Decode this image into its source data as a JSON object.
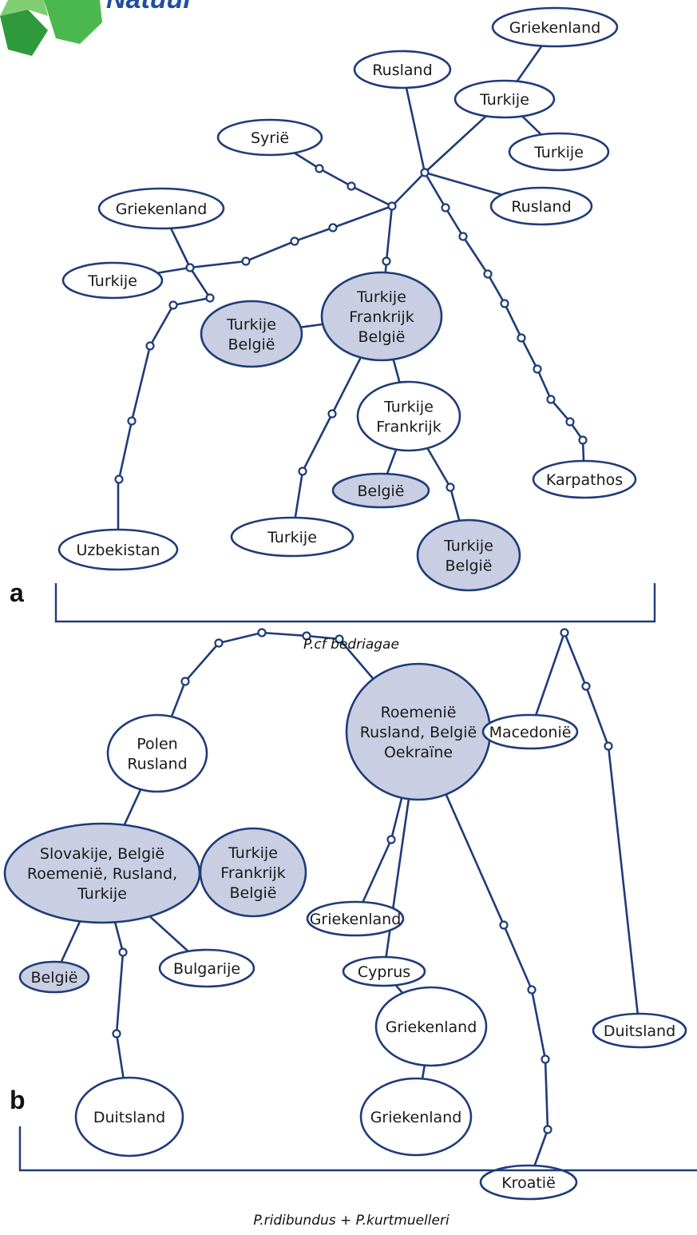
{
  "logo": {
    "text": "Natuur"
  },
  "colors": {
    "line": "#1f3c78",
    "highlight_fill": "#c9cee3",
    "logo_green": "#2e9a3b"
  },
  "panel_a": {
    "letter": "a",
    "caption": "P.cf bedriagae",
    "nodes": [
      {
        "id": "a_griek_top",
        "lines": [
          "Griekenland"
        ],
        "filled": false
      },
      {
        "id": "a_rusland_top",
        "lines": [
          "Rusland"
        ],
        "filled": false
      },
      {
        "id": "a_turkije_top",
        "lines": [
          "Turkije"
        ],
        "filled": false
      },
      {
        "id": "a_turkije_right",
        "lines": [
          "Turkije"
        ],
        "filled": false
      },
      {
        "id": "a_syrie",
        "lines": [
          "Syrië"
        ],
        "filled": false
      },
      {
        "id": "a_rusland_right",
        "lines": [
          "Rusland"
        ],
        "filled": false
      },
      {
        "id": "a_griek_left",
        "lines": [
          "Griekenland"
        ],
        "filled": false
      },
      {
        "id": "a_turkije_left",
        "lines": [
          "Turkije"
        ],
        "filled": false
      },
      {
        "id": "a_tfb",
        "lines": [
          "Turkije",
          "Frankrijk",
          "België"
        ],
        "filled": true
      },
      {
        "id": "a_tb_left",
        "lines": [
          "Turkije",
          "België"
        ],
        "filled": true
      },
      {
        "id": "a_tf",
        "lines": [
          "Turkije",
          "Frankrijk"
        ],
        "filled": false
      },
      {
        "id": "a_belgie",
        "lines": [
          "België"
        ],
        "filled": true
      },
      {
        "id": "a_turkije_bottom",
        "lines": [
          "Turkije"
        ],
        "filled": false
      },
      {
        "id": "a_tb_bottom",
        "lines": [
          "Turkije",
          "België"
        ],
        "filled": true
      },
      {
        "id": "a_karpathos",
        "lines": [
          "Karpathos"
        ],
        "filled": false
      },
      {
        "id": "a_uzbekistan",
        "lines": [
          "Uzbekistan"
        ],
        "filled": false
      }
    ]
  },
  "panel_b": {
    "letter": "b",
    "caption": "P.ridibundus + P.kurtmuelleri",
    "nodes": [
      {
        "id": "b_rro",
        "lines": [
          "Roemenië",
          "Rusland, België",
          "Oekraïne"
        ],
        "filled": true
      },
      {
        "id": "b_macedonie",
        "lines": [
          "Macedonië"
        ],
        "filled": false
      },
      {
        "id": "b_polen",
        "lines": [
          "Polen",
          "Rusland"
        ],
        "filled": false
      },
      {
        "id": "b_slovakije",
        "lines": [
          "Slovakije, België",
          "Roemenië, Rusland,",
          "Turkije"
        ],
        "filled": true
      },
      {
        "id": "b_tfb",
        "lines": [
          "Turkije",
          "Frankrijk",
          "België"
        ],
        "filled": true
      },
      {
        "id": "b_griek1",
        "lines": [
          "Griekenland"
        ],
        "filled": false
      },
      {
        "id": "b_cyprus",
        "lines": [
          "Cyprus"
        ],
        "filled": false
      },
      {
        "id": "b_bulgarije",
        "lines": [
          "Bulgarije"
        ],
        "filled": false
      },
      {
        "id": "b_belgie",
        "lines": [
          "België"
        ],
        "filled": true
      },
      {
        "id": "b_griek2",
        "lines": [
          "Griekenland"
        ],
        "filled": false
      },
      {
        "id": "b_duitsland_right",
        "lines": [
          "Duitsland"
        ],
        "filled": false
      },
      {
        "id": "b_duitsland_left",
        "lines": [
          "Duitsland"
        ],
        "filled": false
      },
      {
        "id": "b_griek3",
        "lines": [
          "Griekenland"
        ],
        "filled": false
      },
      {
        "id": "b_kroatie",
        "lines": [
          "Kroatië"
        ],
        "filled": false
      }
    ]
  }
}
